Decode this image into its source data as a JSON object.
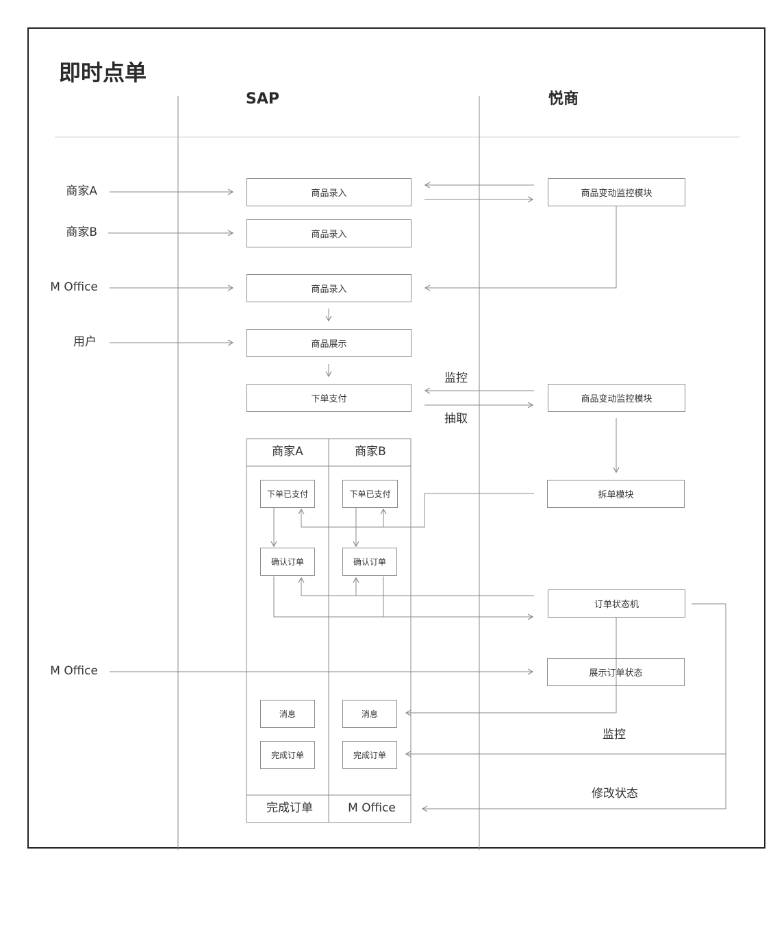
{
  "title": "即时点单",
  "lanes": {
    "sap": "SAP",
    "yueshang": "悦商"
  },
  "actors": {
    "merchant_a": "商家A",
    "merchant_b": "商家B",
    "m_office_1": "M Office",
    "user": "用户",
    "m_office_2": "M Office"
  },
  "sap_boxes": {
    "entry_1": "商品录入",
    "entry_2": "商品录入",
    "entry_3": "商品录入",
    "display": "商品展示",
    "order_pay": "下单支付"
  },
  "yue_boxes": {
    "monitor_1": "商品变动监控模块",
    "monitor_2": "商品变动监控模块",
    "split": "拆单模块",
    "state_machine": "订单状态机",
    "show_state": "展示订单状态"
  },
  "labels": {
    "monitor": "监控",
    "extract": "抽取",
    "monitor_2": "监控",
    "modify_state": "修改状态"
  },
  "split_table": {
    "col_a": "商家A",
    "col_b": "商家B",
    "paid_a": "下单已支付",
    "paid_b": "下单已支付",
    "confirm_a": "确认订单",
    "confirm_b": "确认订单",
    "msg_a": "消息",
    "msg_b": "消息",
    "done_a": "完成订单",
    "done_b": "完成订单",
    "footer_a": "完成订单",
    "footer_b": "M Office"
  },
  "colors": {
    "line": "#8a8a8a",
    "frame": "#222222",
    "text": "#333333"
  }
}
